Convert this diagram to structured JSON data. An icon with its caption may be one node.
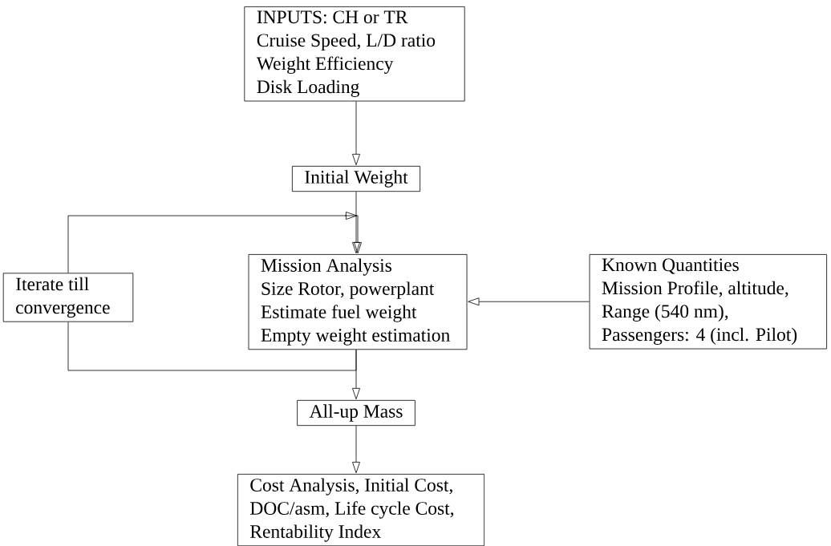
{
  "diagram": {
    "nodes": [
      {
        "text": [
          "INPUTS: CH or TR",
          "Cruise Speed, L/D ratio",
          "Weight Efficiency",
          "Disk Loading"
        ]
      },
      {
        "text": [
          "Initial Weight"
        ]
      },
      {
        "text": [
          "Mission Analysis",
          "Size Rotor, powerplant",
          "Estimate fuel weight",
          "Empty weight estimation"
        ]
      },
      {
        "text": [
          "Iterate till convergence"
        ]
      },
      {
        "text": [
          "Known Quantities",
          "Mission Profile, altitude, Range (540 nm), Passengers: 4 (incl. Pilot)"
        ]
      },
      {
        "text": [
          "All-up Mass"
        ]
      },
      {
        "text": [
          "Cost Analysis, Initial Cost, DOC/asm, Life cycle Cost, Rentability Index"
        ]
      }
    ],
    "edges": [
      {
        "from": 0,
        "to": 1,
        "arrow": "to"
      },
      {
        "from": 1,
        "to": 2,
        "arrow": "to"
      },
      {
        "from": 3,
        "to": 2,
        "arrow": "to"
      },
      {
        "from": 2,
        "to": 3,
        "arrow": "none"
      },
      {
        "from": 2,
        "to": 5,
        "arrow": "to"
      },
      {
        "from": 4,
        "to": 2,
        "arrow": "to"
      },
      {
        "from": 5,
        "to": 6,
        "arrow": "to"
      }
    ]
  }
}
